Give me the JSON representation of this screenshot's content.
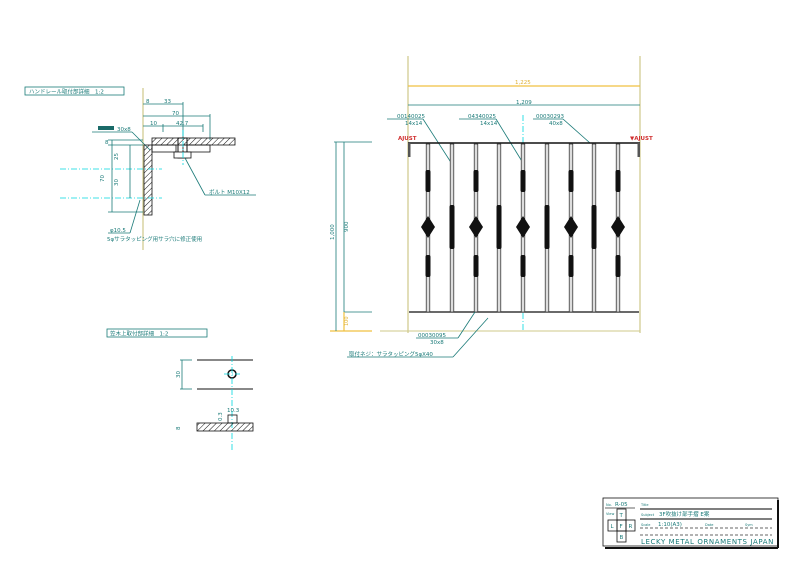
{
  "handrail_detail": {
    "title": "ハンドレール取付部詳細　1:2",
    "flat_bar": "30x8",
    "dims_top": [
      "8",
      "33",
      "70",
      "10",
      "42.7"
    ],
    "dims_left": [
      "8",
      "25",
      "70",
      "30"
    ],
    "bolt": "ボルト M10X12",
    "hole": "φ10.5",
    "note": "5φサラタッピング用サラ穴に修正使用"
  },
  "cap_detail": {
    "title": "笠木上取付部詳細　1:2",
    "dim_width": "30",
    "dim_hole": "10.3",
    "dim_small": "0.3",
    "dim_thick": "8"
  },
  "elevation": {
    "overall_width": "1,225",
    "inner_width": "1,209",
    "height_total": "1,000",
    "height_rail": "900",
    "height_base": "100",
    "callouts": [
      {
        "code": "00140025",
        "size": "14x14"
      },
      {
        "code": "04340025",
        "size": "14x14"
      },
      {
        "code": "00030293",
        "size": "40x8"
      },
      {
        "code": "00030095",
        "size": "30x8"
      }
    ],
    "adjust_left": "AJUST",
    "adjust_right": "▼AJUST",
    "screw_note": "取付ネジ：サラタッピング5φX40"
  },
  "title_block": {
    "no_label": "No.",
    "no": "R-05",
    "title_label": "Title",
    "subject_label": "Subject",
    "subject": "3F吹抜け部手摺 E案",
    "view_label": "View",
    "views": [
      "T",
      "L",
      "F",
      "R",
      "B"
    ],
    "scale_label": "Scale",
    "scale": "1:10(A3)",
    "date_label": "Date",
    "sym_label": "Sym",
    "company": "LECKY METAL ORNAMENTS JAPAN"
  }
}
